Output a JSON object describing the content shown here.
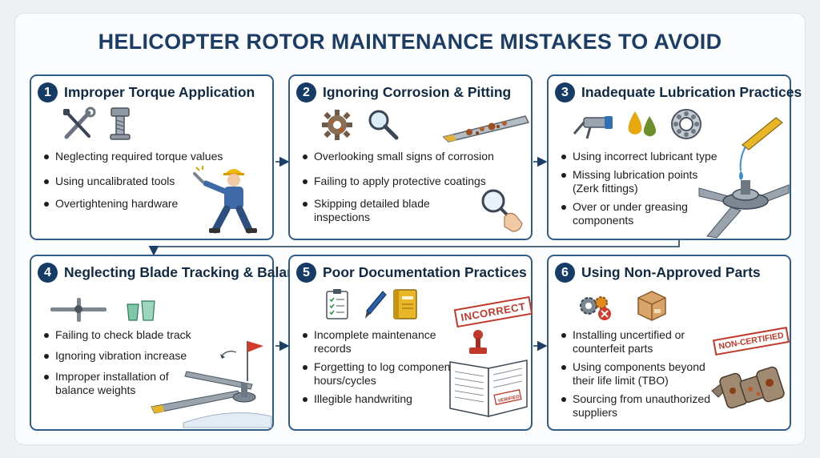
{
  "title": "HELICOPTER ROTOR MAINTENANCE MISTAKES TO AVOID",
  "cards": [
    {
      "number": "1",
      "title": "Improper Torque Application",
      "bullets": [
        "Neglecting required torque values",
        "Using uncalibrated tools",
        "Overtightening hardware"
      ],
      "icons": [
        "wrench-screwdriver-icon",
        "bolt-icon",
        "mechanic-with-wrench"
      ]
    },
    {
      "number": "2",
      "title": "Ignoring Corrosion & Pitting",
      "bullets": [
        "Overlooking small signs of corrosion",
        "Failing to apply protective coatings",
        "Skipping  detailed blade inspections"
      ],
      "icons": [
        "rusty-gear-icon",
        "magnifier-icon",
        "corroded-blade",
        "hand-magnifier-icon"
      ]
    },
    {
      "number": "3",
      "title": "Inadequate Lubrication Practices",
      "bullets": [
        "Using incorrect lubricant type",
        "Missing lubrication points (Zerk fittings)",
        "Over or under greasing components"
      ],
      "icons": [
        "grease-gun-icon",
        "oil-drops-icon",
        "bearing-icon",
        "rotor-hub-greasing"
      ]
    },
    {
      "number": "4",
      "title": "Neglecting Blade Tracking & Balance",
      "bullets": [
        "Failing to check blade track",
        "Ignoring vibration increase",
        "Improper installation of balance weights"
      ],
      "icons": [
        "rotor-blades-icon",
        "balance-weights-icon",
        "helicopter-rotor-flag"
      ]
    },
    {
      "number": "5",
      "title": "Poor Documentation Practices",
      "bullets": [
        "Incomplete maintenance records",
        "Forgetting to log component hours/cycles",
        "Illegible handwriting"
      ],
      "icons": [
        "checklist-icon",
        "pen-icon",
        "logbook-icon",
        "stamp-icon",
        "open-logbook"
      ],
      "stamp": "INCORRECT",
      "small_stamp": "VERIFIED"
    },
    {
      "number": "6",
      "title": "Using Non-Approved Parts",
      "bullets": [
        "Installing uncertified or counterfeit parts",
        "Using components beyond their life limit (TBO)",
        "Sourcing from unauthorized suppliers"
      ],
      "icons": [
        "gears-reject-icon",
        "box-icon",
        "rusty-part"
      ],
      "stamp": "NON-CERTIFIED"
    }
  ],
  "colors": {
    "title": "#1c3d66",
    "border": "#2f5d8a",
    "badge": "#163c66",
    "stamp": "#c0392b",
    "arrow": "#1c3d66"
  }
}
